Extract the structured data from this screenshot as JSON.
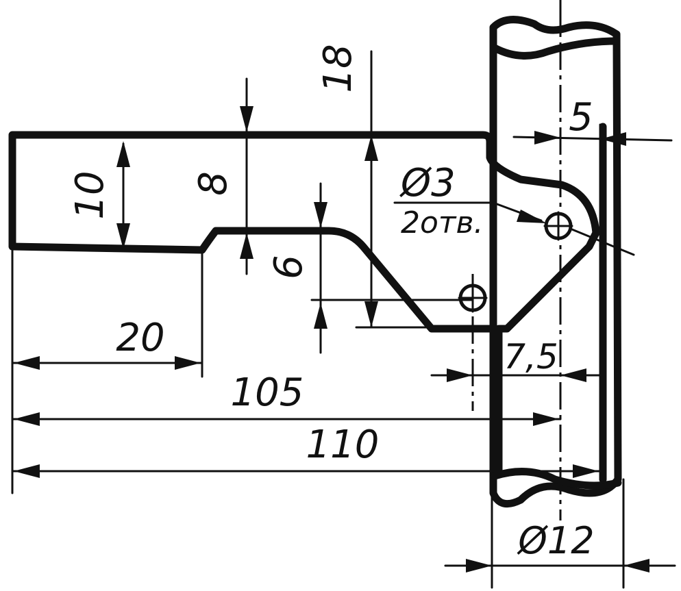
{
  "drawing": {
    "dimensions": {
      "d10": "10",
      "d8": "8",
      "d6": "6",
      "d18": "18",
      "d5": "5",
      "d20": "20",
      "d105": "105",
      "d110": "110",
      "d75": "7,5",
      "phi12": "Ø12"
    },
    "hole_callout": {
      "diameter": "Ø3",
      "count": "2отв."
    }
  }
}
